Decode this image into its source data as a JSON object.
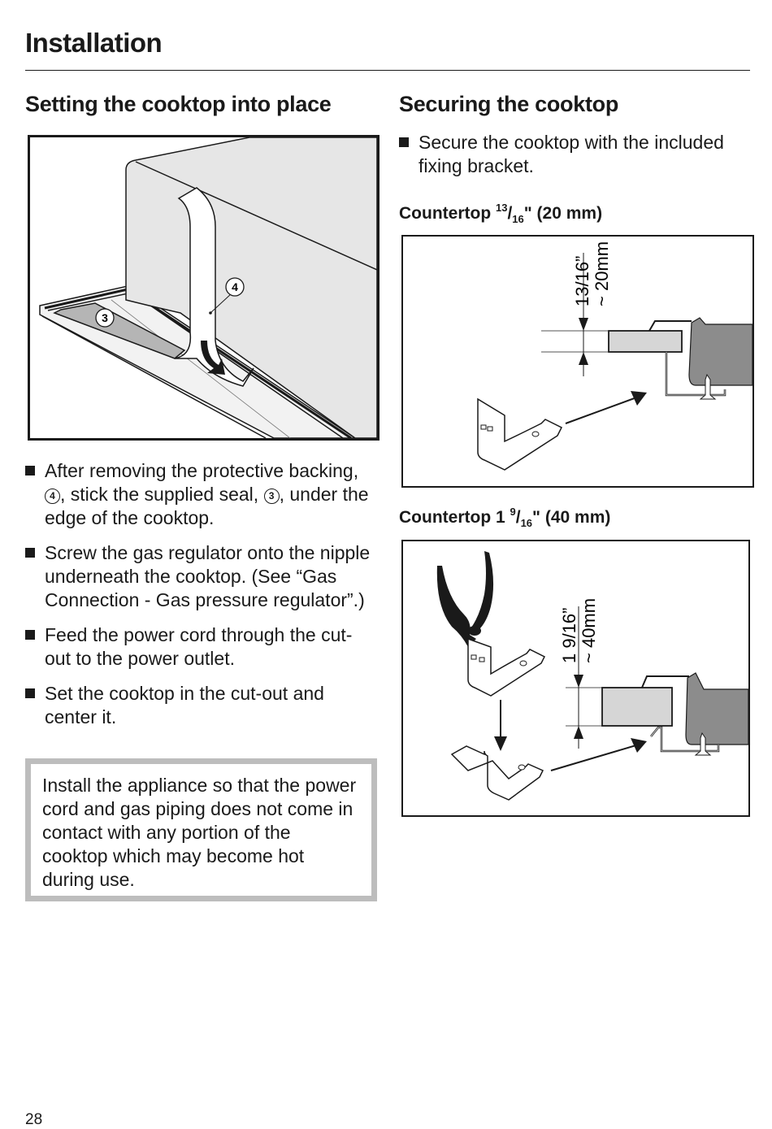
{
  "page": {
    "title": "Installation",
    "page_number": "28"
  },
  "left_section": {
    "heading": "Setting the cooktop into place",
    "figure": {
      "callouts": [
        "4",
        "3"
      ]
    },
    "bullets": [
      {
        "parts": [
          "After removing the protective backing, ",
          "4",
          ", stick the supplied seal, ",
          "3",
          ", under the edge of the cooktop."
        ]
      },
      {
        "text": "Screw the gas regulator onto the nipple underneath the cooktop. (See “Gas Connection - Gas pressure regulator”.)"
      },
      {
        "text": "Feed the power cord through the cut-out to the power outlet."
      },
      {
        "text": "Set the cooktop in the cut-out and center it."
      }
    ],
    "note": "Install the appliance so that the power cord and gas piping does not come in contact with any portion of the cooktop which may become hot during use."
  },
  "right_section": {
    "heading": "Securing the cooktop",
    "bullets": [
      {
        "text": "Secure the cooktop with the included fixing bracket."
      }
    ],
    "countertop_20": {
      "label_prefix": "Countertop ",
      "frac_num": "13",
      "frac_den": "16",
      "label_suffix": "\" (20 mm)",
      "dim_inch": "13/16”",
      "dim_mm": "~ 20mm"
    },
    "countertop_40": {
      "label_prefix": "Countertop 1 ",
      "frac_num": "9",
      "frac_den": "16",
      "label_suffix": "\" (40 mm)",
      "dim_inch": "1 9/16”",
      "dim_mm": "~ 40mm"
    }
  },
  "colors": {
    "ink": "#1a1a1a",
    "cooktop_fill": "#e6e6e6",
    "seal_fill": "#b5b5b5",
    "counter_fill": "#d6d6d6",
    "cabinet_fill": "#8c8c8c",
    "note_border": "#bdbdbd"
  }
}
